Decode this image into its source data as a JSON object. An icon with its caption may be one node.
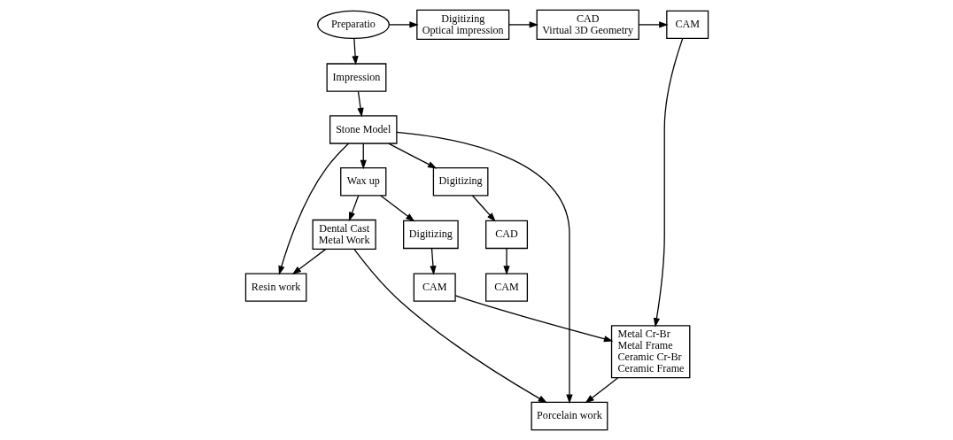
{
  "diagram": {
    "nodes": [
      {
        "text": [
          "Preparatio"
        ]
      },
      {
        "text": [
          "Digitizing Optical impression"
        ]
      },
      {
        "text": [
          "CAD Virtual 3D Geometry"
        ]
      },
      {
        "text": [
          "CAM"
        ]
      },
      {
        "text": [
          "Impression"
        ]
      },
      {
        "text": [
          "Digitizing"
        ]
      },
      {
        "text": [
          "Stone Model"
        ]
      },
      {
        "text": [
          "CAD"
        ]
      },
      {
        "text": [
          "Wax up"
        ]
      },
      {
        "text": [
          "Resin work"
        ]
      },
      {
        "text": [
          "Porcelain work"
        ]
      },
      {
        "text": [
          "CAM"
        ]
      },
      {
        "text": [
          "Dental Cast Metal Work"
        ]
      },
      {
        "text": [
          "Metal Cr-Br Metal Frame Ceramic Cr-Br Ceramic Frame"
        ]
      },
      {
        "text": [
          "Digitizing"
        ]
      },
      {
        "text": [
          "CAM"
        ]
      }
    ],
    "edges": [
      {
        "from": 0,
        "to": 1,
        "arrow": "to"
      },
      {
        "from": 1,
        "to": 2,
        "arrow": "to"
      },
      {
        "from": 2,
        "to": 3,
        "arrow": "to"
      },
      {
        "from": 3,
        "to": 13,
        "arrow": "to"
      },
      {
        "from": 0,
        "to": 4,
        "arrow": "to"
      },
      {
        "from": 4,
        "to": 6,
        "arrow": "to"
      },
      {
        "from": 6,
        "to": 5,
        "arrow": "to"
      },
      {
        "from": 5,
        "to": 7,
        "arrow": "to"
      },
      {
        "from": 7,
        "to": 11,
        "arrow": "to"
      },
      {
        "from": 6,
        "to": 8,
        "arrow": "to"
      },
      {
        "from": 6,
        "to": 9,
        "arrow": "to"
      },
      {
        "from": 6,
        "to": 10,
        "arrow": "to"
      },
      {
        "from": 8,
        "to": 12,
        "arrow": "to"
      },
      {
        "from": 8,
        "to": 14,
        "arrow": "to"
      },
      {
        "from": 12,
        "to": 9,
        "arrow": "to"
      },
      {
        "from": 12,
        "to": 10,
        "arrow": "to"
      },
      {
        "from": 14,
        "to": 15,
        "arrow": "to"
      },
      {
        "from": 15,
        "to": 13,
        "arrow": "to"
      },
      {
        "from": 13,
        "to": 10,
        "arrow": "to"
      }
    ]
  }
}
